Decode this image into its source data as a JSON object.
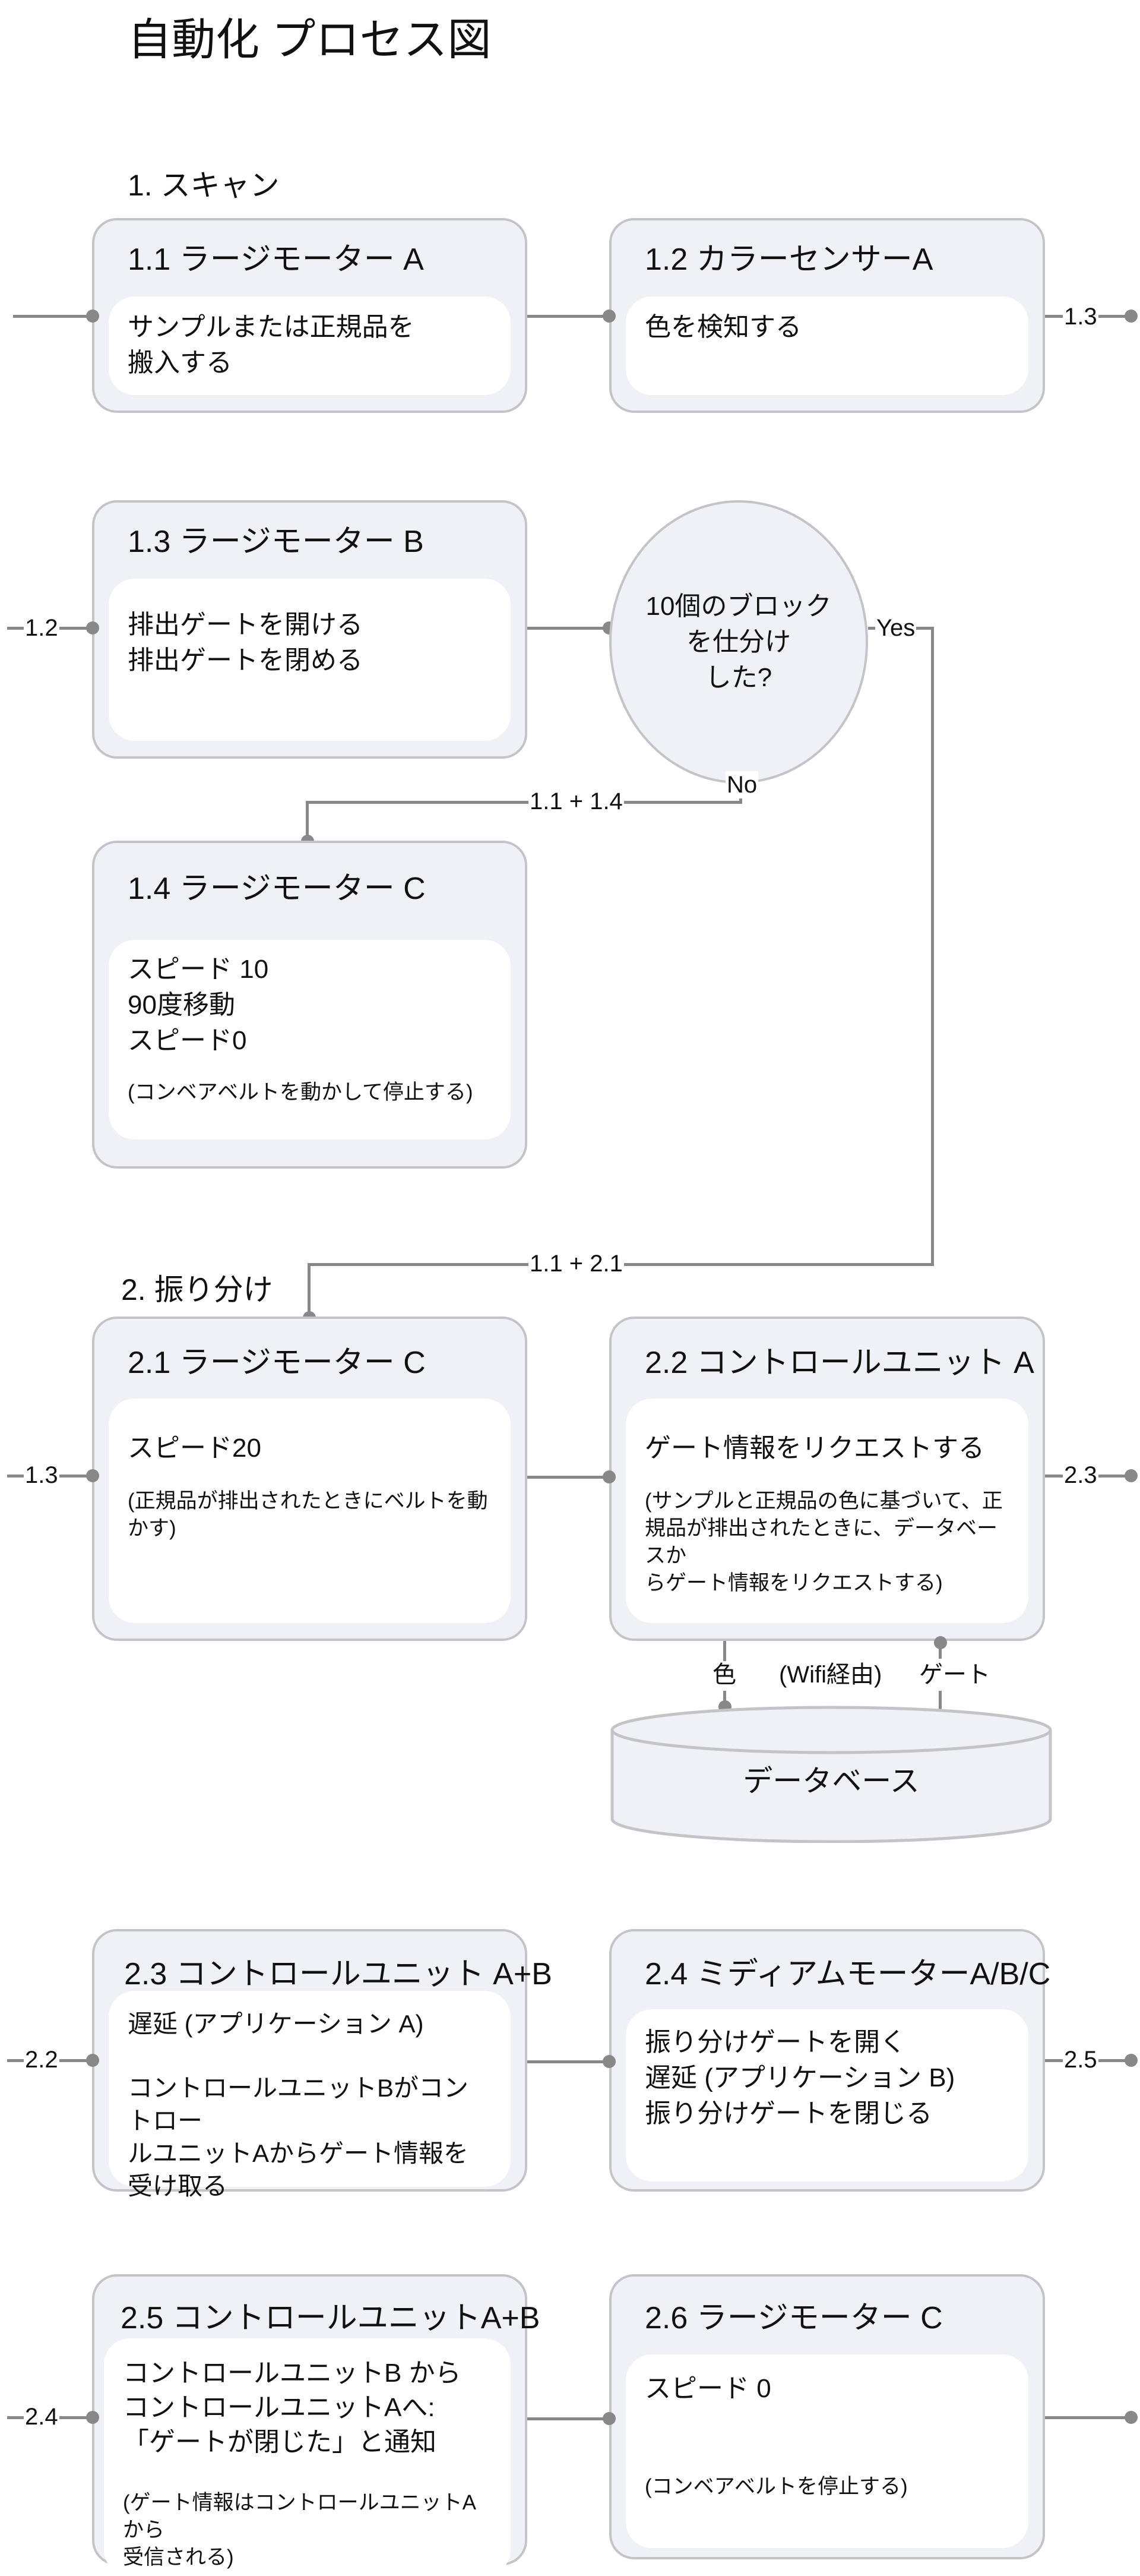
{
  "title": "自動化 プロセス図",
  "sections": [
    "1. スキャン",
    "2. 振り分け"
  ],
  "boxes": {
    "b11": {
      "title": "1.1 ラージモーター A",
      "body": [
        "サンプルまたは正規品を\n搬入する"
      ]
    },
    "b12": {
      "title": "1.2 カラーセンサーA",
      "body": [
        "色を検知する"
      ]
    },
    "b13": {
      "title": "1.3 ラージモーター B",
      "body": [
        "排出ゲートを開ける\n排出ゲートを閉める"
      ]
    },
    "b14": {
      "title": "1.4 ラージモーター C",
      "body": [
        "スピード 10\n90度移動\nスピード0",
        "(コンベアベルトを動かして停止する)"
      ]
    },
    "b21": {
      "title": "2.1 ラージモーター C",
      "body": [
        "スピード20",
        "(正規品が排出されたときにベルトを動\nかす)"
      ]
    },
    "b22": {
      "title": "2.2 コントロールユニット A",
      "body": [
        "ゲート情報をリクエストする",
        "(サンプルと正規品の色に基づいて、正\n規品が排出されたときに、データベースか\nらゲート情報をリクエストする)"
      ]
    },
    "b23": {
      "title": "2.3 コントロールユニット A+B",
      "body": [
        "遅延 (アプリケーション A)",
        "コントロールユニットBがコントロー\nルユニットAからゲート情報を\n受け取る"
      ]
    },
    "b24": {
      "title": "2.4 ミディアムモーターA/B/C",
      "body": [
        "振り分けゲートを開く\n遅延 (アプリケーション B)\n振り分けゲートを閉じる"
      ]
    },
    "b25": {
      "title": "2.5 コントロールユニットA+B",
      "body": [
        "コントロールユニットB から\nコントロールユニットAへ:\n「ゲートが閉じた」と通知",
        "(ゲート情報はコントロールユニットAから\n受信される)"
      ]
    },
    "b26": {
      "title": "2.6 ラージモーター C",
      "body": [
        "スピード 0",
        "(コンベアベルトを停止する)"
      ]
    }
  },
  "decision": {
    "text": "10個のブロック\nを仕分け\nした?",
    "yes": "Yes",
    "no": "No"
  },
  "connectors": {
    "to13": "1.3",
    "from12": "1.2",
    "from13": "1.3",
    "to23": "2.3",
    "from22": "2.2",
    "to25": "2.5",
    "from24": "2.4",
    "no_path": "1.1 + 1.4",
    "yes_path": "1.1 + 2.1"
  },
  "database": {
    "label": "データベース",
    "color_label": "色",
    "wifi_label": "(Wifi経由)",
    "gate_label": "ゲート"
  },
  "colors": {
    "box_fill": "#f0f1f7",
    "box_border": "#c4c4c8",
    "line": "#888888"
  }
}
